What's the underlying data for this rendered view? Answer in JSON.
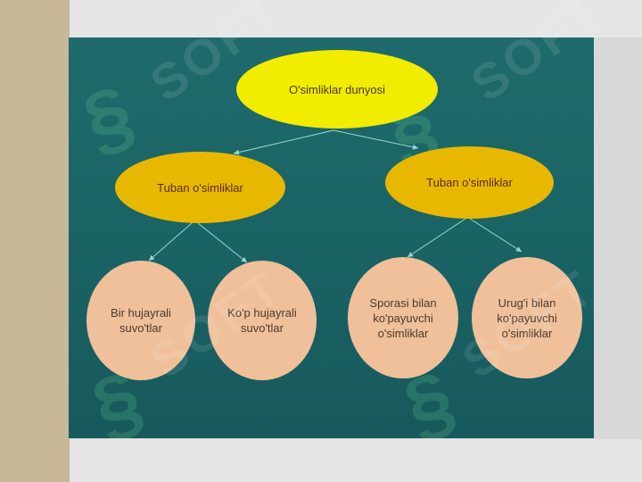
{
  "diagram": {
    "root": {
      "label": "O'simliklar dunyosi"
    },
    "left": {
      "label": "Tuban o'simliklar",
      "children": [
        {
          "label": "Bir hujayrali\nsuvo'tlar"
        },
        {
          "label": "Ko'p hujayrali\nsuvo'tlar"
        }
      ]
    },
    "right": {
      "label": "Tuban o'simliklar",
      "children": [
        {
          "label": "Sporasi bilan\nko'payuvchi\no'simliklar"
        },
        {
          "label": "Urug'i bilan\nko'payuvchi\no'simliklar"
        }
      ]
    }
  },
  "watermark": {
    "text": "SOFT"
  },
  "colors": {
    "background": "#1a6466",
    "root_fill": "#f2ec00",
    "mid_fill": "#e8b800",
    "leaf_fill": "#f0c09a",
    "connector": "#9ad6d0"
  }
}
